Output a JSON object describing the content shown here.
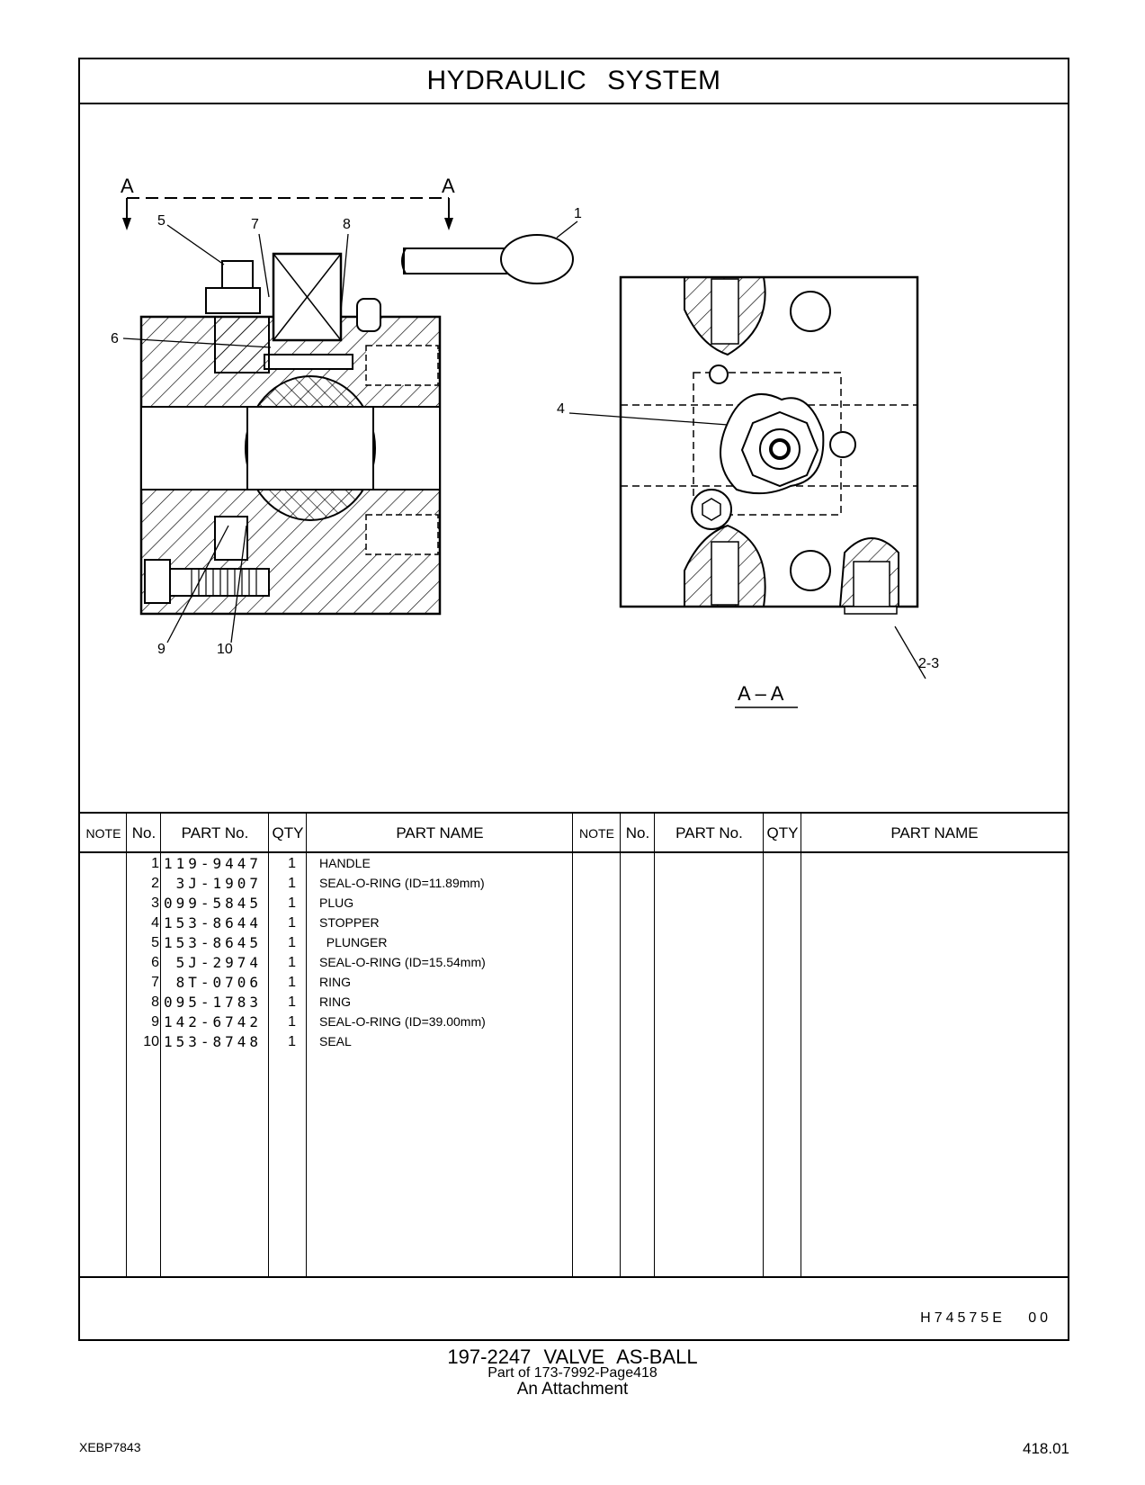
{
  "page": {
    "title": "HYDRAULIC SYSTEM",
    "document_code": "H74575E   00",
    "assembly_title": "197-2247  VALVE  AS-BALL",
    "part_of": "Part of 173-7992-Page418",
    "attachment": "An Attachment",
    "doc_id": "XEBP7843",
    "page_number": "418.01"
  },
  "drawing": {
    "section_letter_left": "A",
    "section_letter_right": "A",
    "section_view_label": "A – A",
    "callouts": [
      "1",
      "2-3",
      "4",
      "5",
      "6",
      "7",
      "8",
      "9",
      "10"
    ]
  },
  "table": {
    "headers": {
      "note": "NOTE",
      "no": "No.",
      "part_no": "PART No.",
      "qty": "QTY",
      "part_name": "PART NAME"
    },
    "rows": [
      {
        "no": "1",
        "part_no": "119-9447",
        "qty": "1",
        "name": "HANDLE"
      },
      {
        "no": "2",
        "part_no": "3J-1907",
        "qty": "1",
        "name": "SEAL-O-RING (ID=11.89mm)"
      },
      {
        "no": "3",
        "part_no": "099-5845",
        "qty": "1",
        "name": "PLUG"
      },
      {
        "no": "4",
        "part_no": "153-8644",
        "qty": "1",
        "name": "STOPPER"
      },
      {
        "no": "5",
        "part_no": "153-8645",
        "qty": "1",
        "name": "  PLUNGER"
      },
      {
        "no": "6",
        "part_no": "5J-2974",
        "qty": "1",
        "name": "SEAL-O-RING (ID=15.54mm)"
      },
      {
        "no": "7",
        "part_no": "8T-0706",
        "qty": "1",
        "name": "RING"
      },
      {
        "no": "8",
        "part_no": "095-1783",
        "qty": "1",
        "name": "RING"
      },
      {
        "no": "9",
        "part_no": "142-6742",
        "qty": "1",
        "name": "SEAL-O-RING (ID=39.00mm)"
      },
      {
        "no": "10",
        "part_no": "153-8748",
        "qty": "1",
        "name": "SEAL"
      }
    ]
  }
}
